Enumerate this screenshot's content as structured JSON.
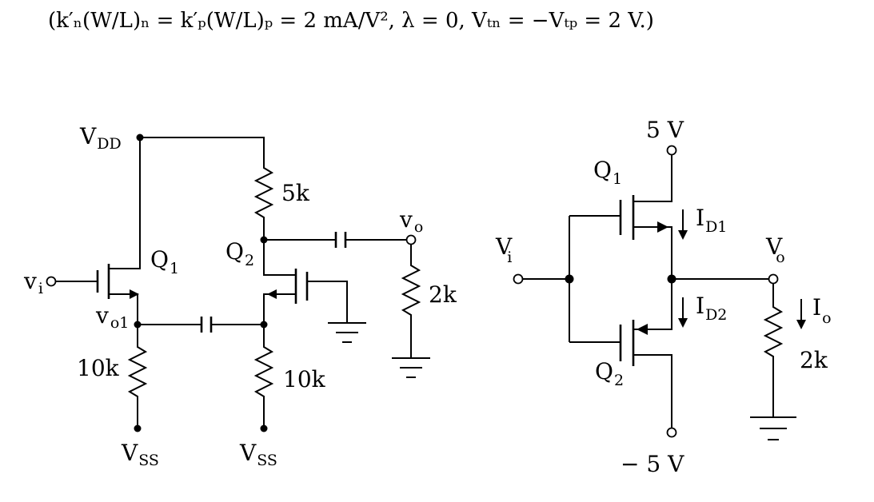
{
  "header": {
    "formula": "(k′ₙ(W/L)ₙ = k′ₚ(W/L)ₚ = 2 mA/V², λ = 0, Vₜₙ = −Vₜₚ = 2 V.)"
  },
  "left_circuit": {
    "vdd": {
      "main": "V",
      "sub": "DD"
    },
    "vss_left": {
      "main": "V",
      "sub": "SS"
    },
    "vss_right": {
      "main": "V",
      "sub": "SS"
    },
    "vi": {
      "main": "v",
      "sub": "i"
    },
    "vo1": {
      "main": "v",
      "sub": "o1"
    },
    "vo": {
      "main": "v",
      "sub": "o"
    },
    "q1": {
      "main": "Q",
      "sub": "1"
    },
    "q2": {
      "main": "Q",
      "sub": "2"
    },
    "r_drain": "5k",
    "r_source1": "10k",
    "r_source2": "10k",
    "r_load": "2k"
  },
  "right_circuit": {
    "vplus": "5 V",
    "vminus": "− 5 V",
    "vi": {
      "main": "V",
      "sub": "i"
    },
    "vo": {
      "main": "V",
      "sub": "o"
    },
    "q1": {
      "main": "Q",
      "sub": "1"
    },
    "q2": {
      "main": "Q",
      "sub": "2"
    },
    "id1": {
      "main": "I",
      "sub": "D1"
    },
    "id2": {
      "main": "I",
      "sub": "D2"
    },
    "io": {
      "main": "I",
      "sub": "o"
    },
    "r_load": "2k"
  }
}
